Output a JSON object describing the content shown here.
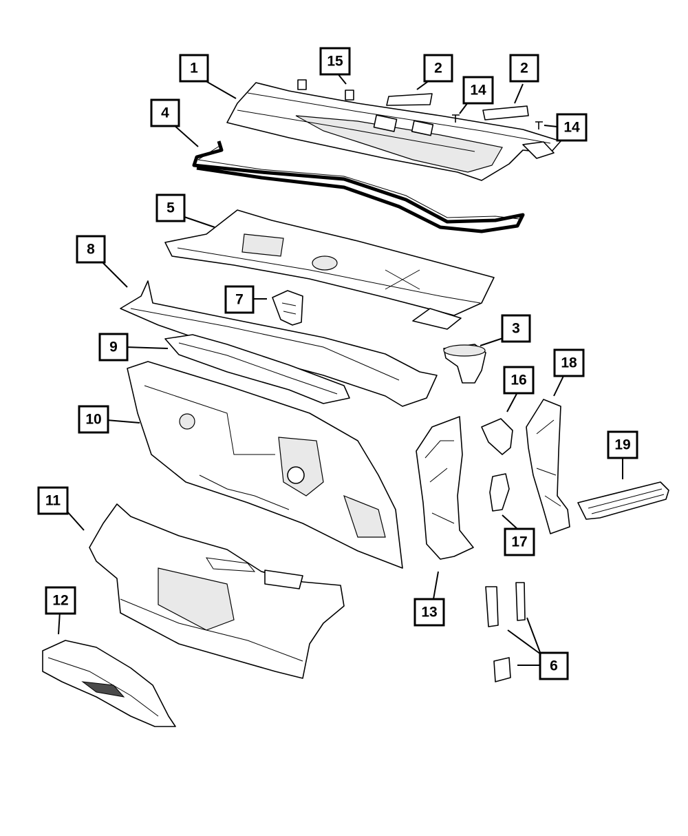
{
  "diagram": {
    "callouts": [
      {
        "id": "c1",
        "label": "1"
      },
      {
        "id": "c2a",
        "label": "2"
      },
      {
        "id": "c2b",
        "label": "2"
      },
      {
        "id": "c3",
        "label": "3"
      },
      {
        "id": "c4",
        "label": "4"
      },
      {
        "id": "c5",
        "label": "5"
      },
      {
        "id": "c6",
        "label": "6"
      },
      {
        "id": "c7",
        "label": "7"
      },
      {
        "id": "c8",
        "label": "8"
      },
      {
        "id": "c9",
        "label": "9"
      },
      {
        "id": "c10",
        "label": "10"
      },
      {
        "id": "c11",
        "label": "11"
      },
      {
        "id": "c12",
        "label": "12"
      },
      {
        "id": "c13",
        "label": "13"
      },
      {
        "id": "c14a",
        "label": "14"
      },
      {
        "id": "c14b",
        "label": "14"
      },
      {
        "id": "c15",
        "label": "15"
      },
      {
        "id": "c16",
        "label": "16"
      },
      {
        "id": "c17",
        "label": "17"
      },
      {
        "id": "c18",
        "label": "18"
      },
      {
        "id": "c19",
        "label": "19"
      }
    ]
  }
}
